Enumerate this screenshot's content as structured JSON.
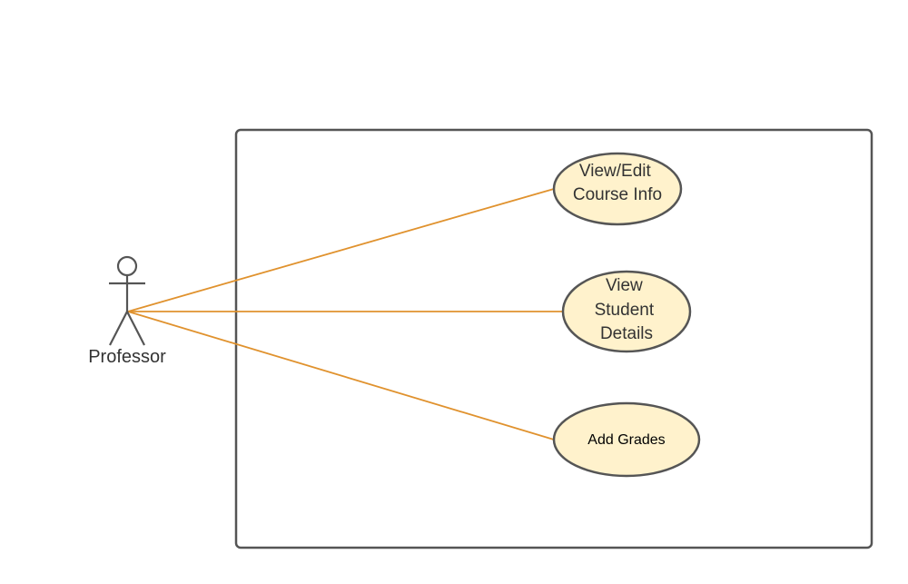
{
  "actor": {
    "label": "Professor"
  },
  "use_cases": [
    {
      "lines": [
        "View/Edit",
        "Course Info"
      ]
    },
    {
      "lines": [
        "View",
        "Student",
        "Details"
      ]
    },
    {
      "lines": [
        "Add Grades"
      ]
    }
  ],
  "colors": {
    "connector": "#e0922e",
    "ellipse_fill": "#fff2cc",
    "stroke": "#555555",
    "text": "#333333",
    "small_text": "#000000"
  }
}
